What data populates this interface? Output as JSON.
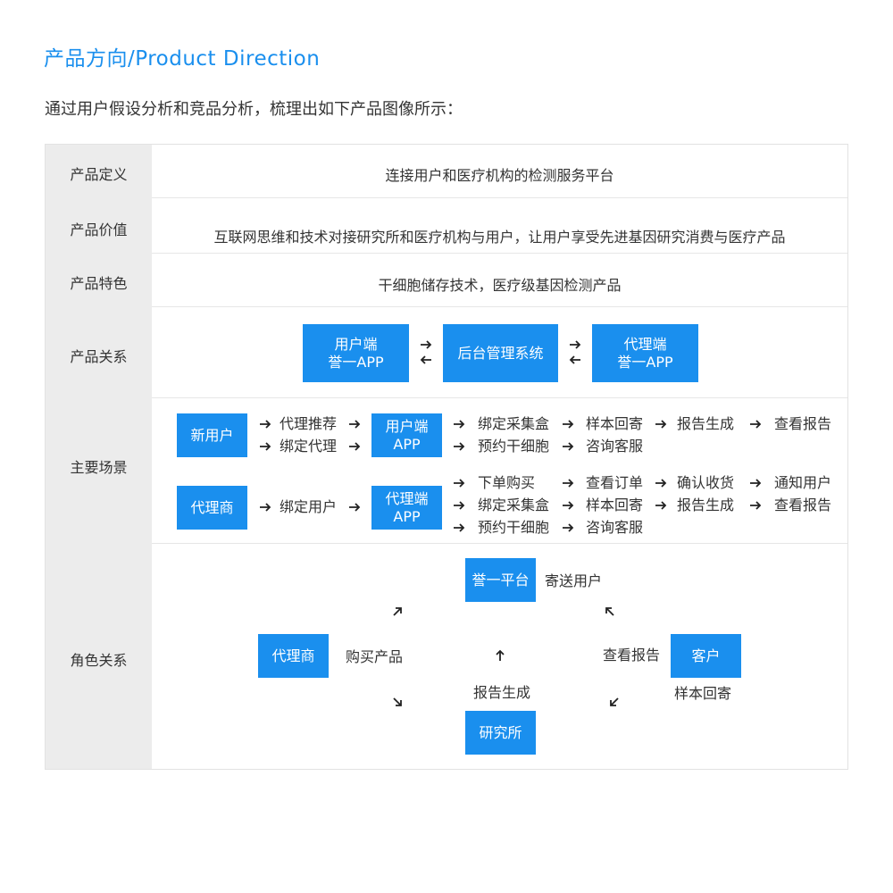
{
  "page": {
    "title": "产品方向/Product Direction",
    "intro": "通过用户假设分析和竞品分析，梳理出如下产品图像所示："
  },
  "colors": {
    "accent": "#1a8fee",
    "label_bg": "#ececec",
    "text": "#333333"
  },
  "icons": [
    "arrow-right-icon",
    "arrow-left-icon",
    "arrow-up-icon",
    "arrow-diagonal-icon"
  ],
  "rows": {
    "definition": {
      "label": "产品定义",
      "value": "连接用户和医疗机构的检测服务平台"
    },
    "value": {
      "label": "产品价值",
      "value": "互联网思维和技术对接研究所和医疗机构与用户，让用户享受先进基因研究消费与医疗产品"
    },
    "feature": {
      "label": "产品特色",
      "value": "干细胞储存技术，医疗级基因检测产品"
    },
    "relation": {
      "label": "产品关系",
      "user_app": {
        "line1": "用户端",
        "line2": "誉一APP"
      },
      "backend": "后台管理系统",
      "agent_app": {
        "line1": "代理端",
        "line2": "誉一APP"
      }
    },
    "scenes": {
      "label": "主要场景",
      "new_user": "新用户",
      "agent_recommend": "代理推荐",
      "bind_agent": "绑定代理",
      "user_app": {
        "line1": "用户端",
        "line2": "APP"
      },
      "user_flow1": [
        "绑定采集盒",
        "样本回寄",
        "报告生成",
        "查看报告"
      ],
      "user_flow2": [
        "预约干细胞",
        "咨询客服"
      ],
      "agent": "代理商",
      "bind_user": "绑定用户",
      "agent_app": {
        "line1": "代理端",
        "line2": "APP"
      },
      "agent_flow1": [
        "下单购买",
        "查看订单",
        "确认收货",
        "通知用户"
      ],
      "agent_flow2": [
        "绑定采集盒",
        "样本回寄",
        "报告生成",
        "查看报告"
      ],
      "agent_flow3": [
        "预约干细胞",
        "咨询客服"
      ]
    },
    "roles": {
      "label": "角色关系",
      "platform": "誉一平台",
      "send_to_user": "寄送用户",
      "agent": "代理商",
      "buy_product": "购买产品",
      "view_report": "查看报告",
      "customer": "客户",
      "report_gen": "报告生成",
      "sample_return": "样本回寄",
      "institute": "研究所"
    }
  }
}
